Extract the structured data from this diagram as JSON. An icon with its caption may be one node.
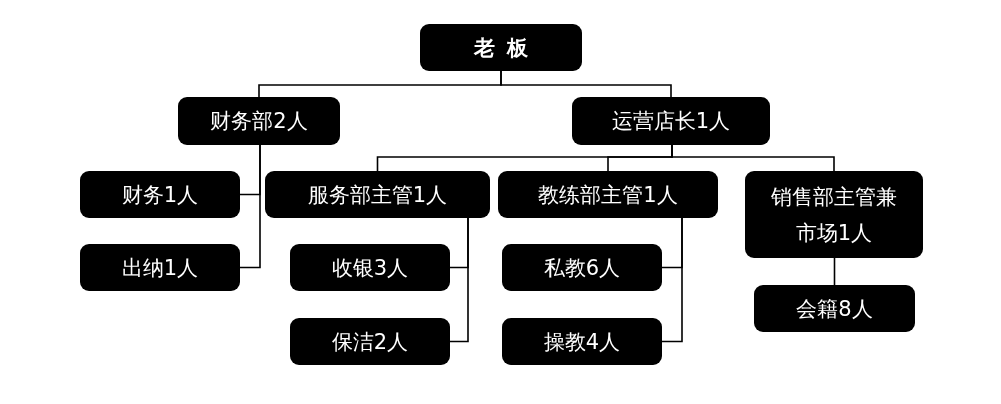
{
  "diagram": {
    "nodes": [
      {
        "text": [
          "老板"
        ]
      },
      {
        "text": [
          "财务部2人"
        ]
      },
      {
        "text": [
          "运营店长1人"
        ]
      },
      {
        "text": [
          "财务1人"
        ]
      },
      {
        "text": [
          "出纳1人"
        ]
      },
      {
        "text": [
          "服务部主管1人"
        ]
      },
      {
        "text": [
          "教练部主管1人"
        ]
      },
      {
        "text": [
          "销售部主管兼市场1人"
        ]
      },
      {
        "text": [
          "收银3人"
        ]
      },
      {
        "text": [
          "保洁2人"
        ]
      },
      {
        "text": [
          "私教6人"
        ]
      },
      {
        "text": [
          "操教4人"
        ]
      },
      {
        "text": [
          "会籍8人"
        ]
      }
    ],
    "edges": [
      {
        "from": 0,
        "to": 1,
        "arrow": "none"
      },
      {
        "from": 0,
        "to": 2,
        "arrow": "none"
      },
      {
        "from": 1,
        "to": 3,
        "arrow": "none"
      },
      {
        "from": 1,
        "to": 4,
        "arrow": "none"
      },
      {
        "from": 2,
        "to": 5,
        "arrow": "none"
      },
      {
        "from": 2,
        "to": 6,
        "arrow": "none"
      },
      {
        "from": 2,
        "to": 7,
        "arrow": "none"
      },
      {
        "from": 5,
        "to": 8,
        "arrow": "none"
      },
      {
        "from": 5,
        "to": 9,
        "arrow": "none"
      },
      {
        "from": 6,
        "to": 10,
        "arrow": "none"
      },
      {
        "from": 6,
        "to": 11,
        "arrow": "none"
      },
      {
        "from": 7,
        "to": 12,
        "arrow": "none"
      }
    ]
  }
}
